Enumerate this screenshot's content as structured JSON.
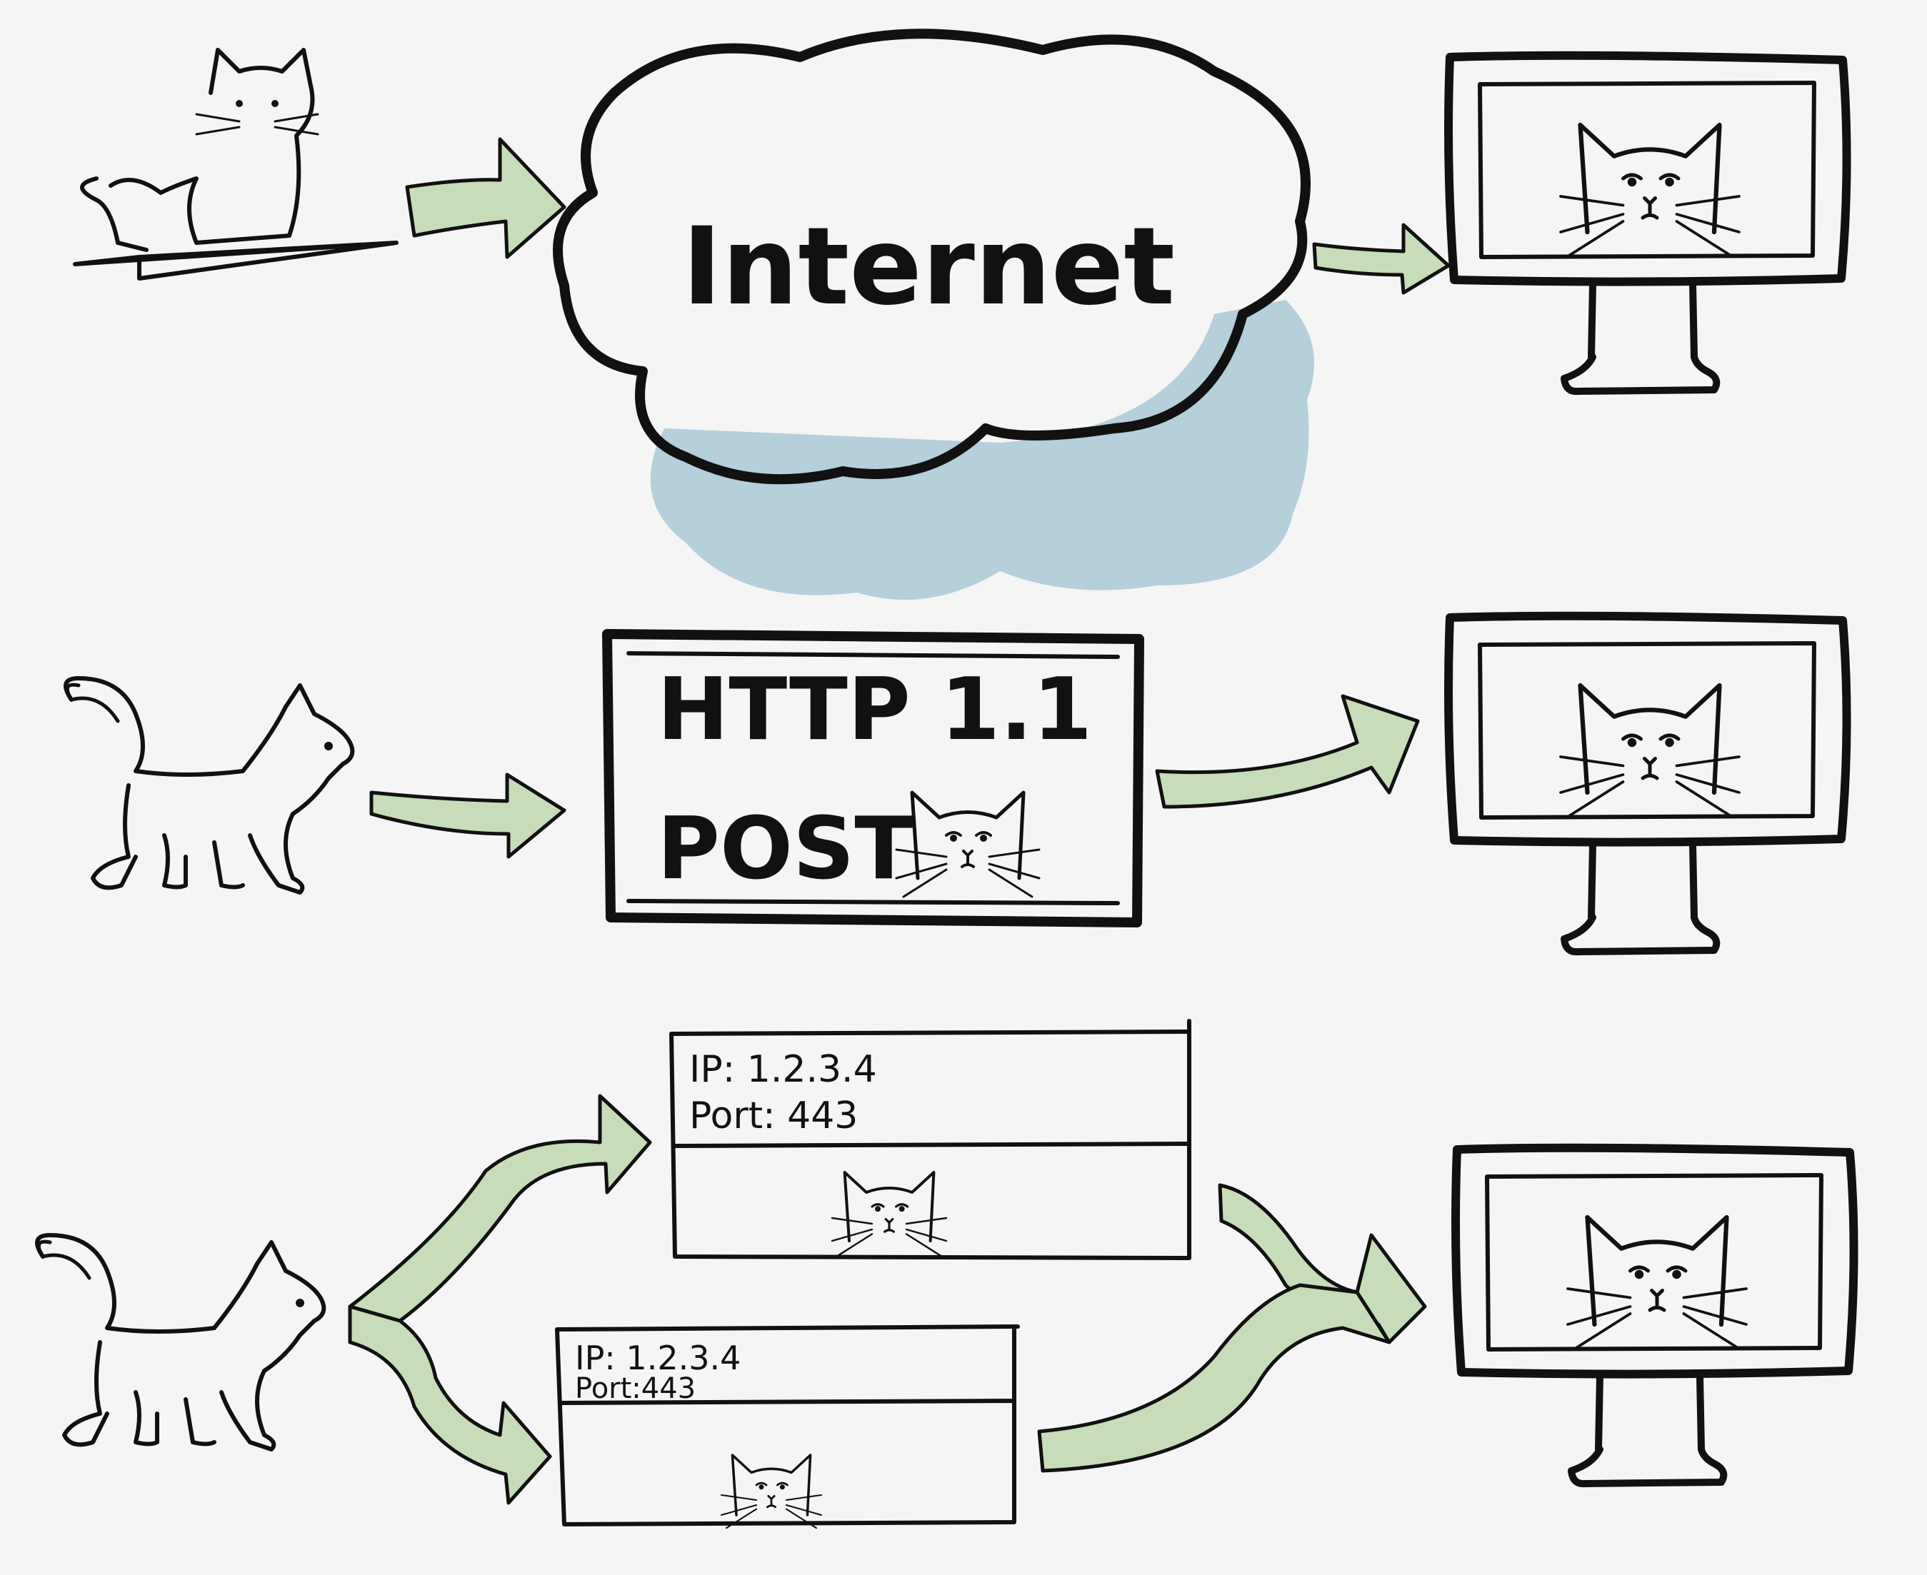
{
  "cloud": {
    "label": "Internet"
  },
  "http_box": {
    "line1": "HTTP 1.1",
    "line2": "POST"
  },
  "packet_top": {
    "ip": "IP: 1.2.3.4",
    "port": "Port: 443"
  },
  "packet_bottom": {
    "ip": "IP: 1.2.3.4",
    "port": "Port:443"
  },
  "colors": {
    "arrow_fill": "#c7dcb9",
    "cloud_shadow": "#b5cfdb",
    "ink": "#111111",
    "background": "#f5f5f5"
  }
}
